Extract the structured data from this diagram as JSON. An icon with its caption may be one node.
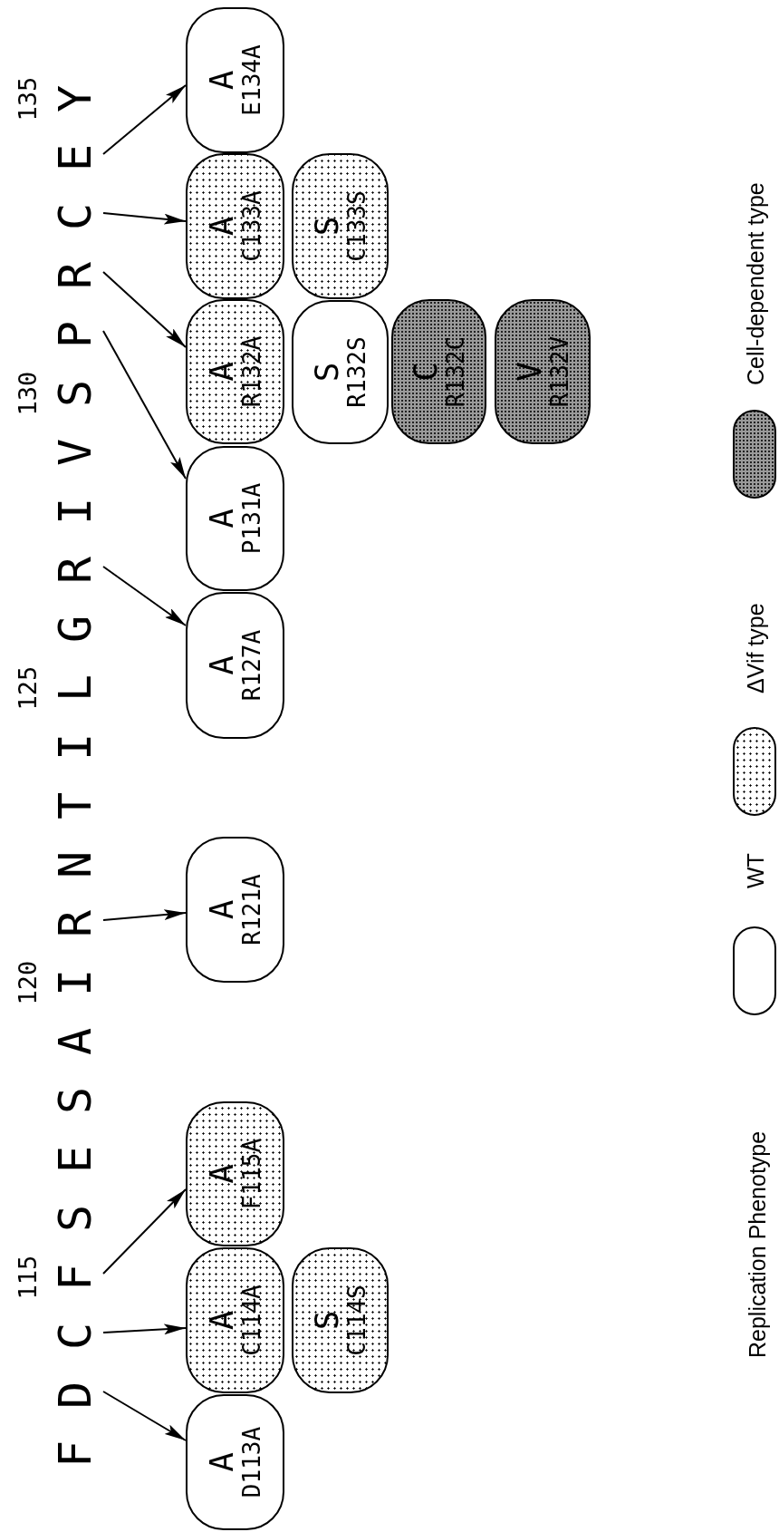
{
  "diagram": {
    "nodes": [
      {
        "text": [
          "D"
        ]
      },
      {
        "text": [
          "C"
        ]
      },
      {
        "text": [
          "F"
        ]
      },
      {
        "text": [
          "R"
        ]
      },
      {
        "text": [
          "R"
        ]
      },
      {
        "text": [
          "P"
        ]
      },
      {
        "text": [
          "R"
        ]
      },
      {
        "text": [
          "C"
        ]
      },
      {
        "text": [
          "E"
        ]
      },
      {
        "text": [
          "A",
          "D113A"
        ]
      },
      {
        "text": [
          "A",
          "C114A"
        ]
      },
      {
        "text": [
          "S",
          "C114S"
        ]
      },
      {
        "text": [
          "A",
          "F115A"
        ]
      },
      {
        "text": [
          "A",
          "R121A"
        ]
      },
      {
        "text": [
          "A",
          "R127A"
        ]
      },
      {
        "text": [
          "A",
          "P131A"
        ]
      },
      {
        "text": [
          "A",
          "R132A"
        ]
      },
      {
        "text": [
          "S",
          "R132S"
        ]
      },
      {
        "text": [
          "C",
          "R132C"
        ]
      },
      {
        "text": [
          "V",
          "R132V"
        ]
      },
      {
        "text": [
          "A",
          "C133A"
        ]
      },
      {
        "text": [
          "S",
          "C133S"
        ]
      },
      {
        "text": [
          "A",
          "E134A"
        ]
      }
    ],
    "edges": [
      {
        "from": 0,
        "to": 9,
        "arrow": "to"
      },
      {
        "from": 1,
        "to": 10,
        "arrow": "to"
      },
      {
        "from": 2,
        "to": 12,
        "arrow": "to"
      },
      {
        "from": 3,
        "to": 13,
        "arrow": "to"
      },
      {
        "from": 4,
        "to": 14,
        "arrow": "to"
      },
      {
        "from": 5,
        "to": 15,
        "arrow": "to"
      },
      {
        "from": 6,
        "to": 16,
        "arrow": "to"
      },
      {
        "from": 7,
        "to": 20,
        "arrow": "to"
      },
      {
        "from": 8,
        "to": 22,
        "arrow": "to"
      }
    ],
    "labels": [
      "115",
      "120",
      "125",
      "130",
      "135",
      "F",
      "S",
      "E",
      "S",
      "A",
      "I",
      "N",
      "T",
      "I",
      "L",
      "G",
      "I",
      "V",
      "S",
      "Y",
      "Replication Phenotype"
    ],
    "legend": [
      {
        "text": "WT"
      },
      {
        "text": "ΔVif type"
      },
      {
        "text": "Cell-dependent type"
      }
    ]
  }
}
